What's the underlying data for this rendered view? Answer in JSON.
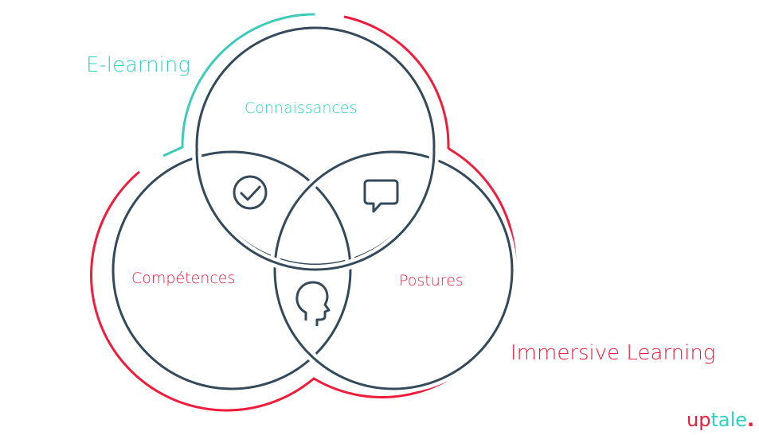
{
  "labels": {
    "elearning": "E-learning",
    "immersive": "Immersive Learning",
    "connaissances": "Connaissances",
    "competences": "Compétences",
    "postures": "Postures"
  },
  "logo": {
    "part1": "up",
    "part2": "tale",
    "dot": "."
  },
  "colors": {
    "teal": "#2fd3bf",
    "red": "#ef1c3b",
    "dark": "#34495a"
  },
  "icons": [
    "check-circle-icon",
    "speech-bubble-icon",
    "head-icon"
  ]
}
